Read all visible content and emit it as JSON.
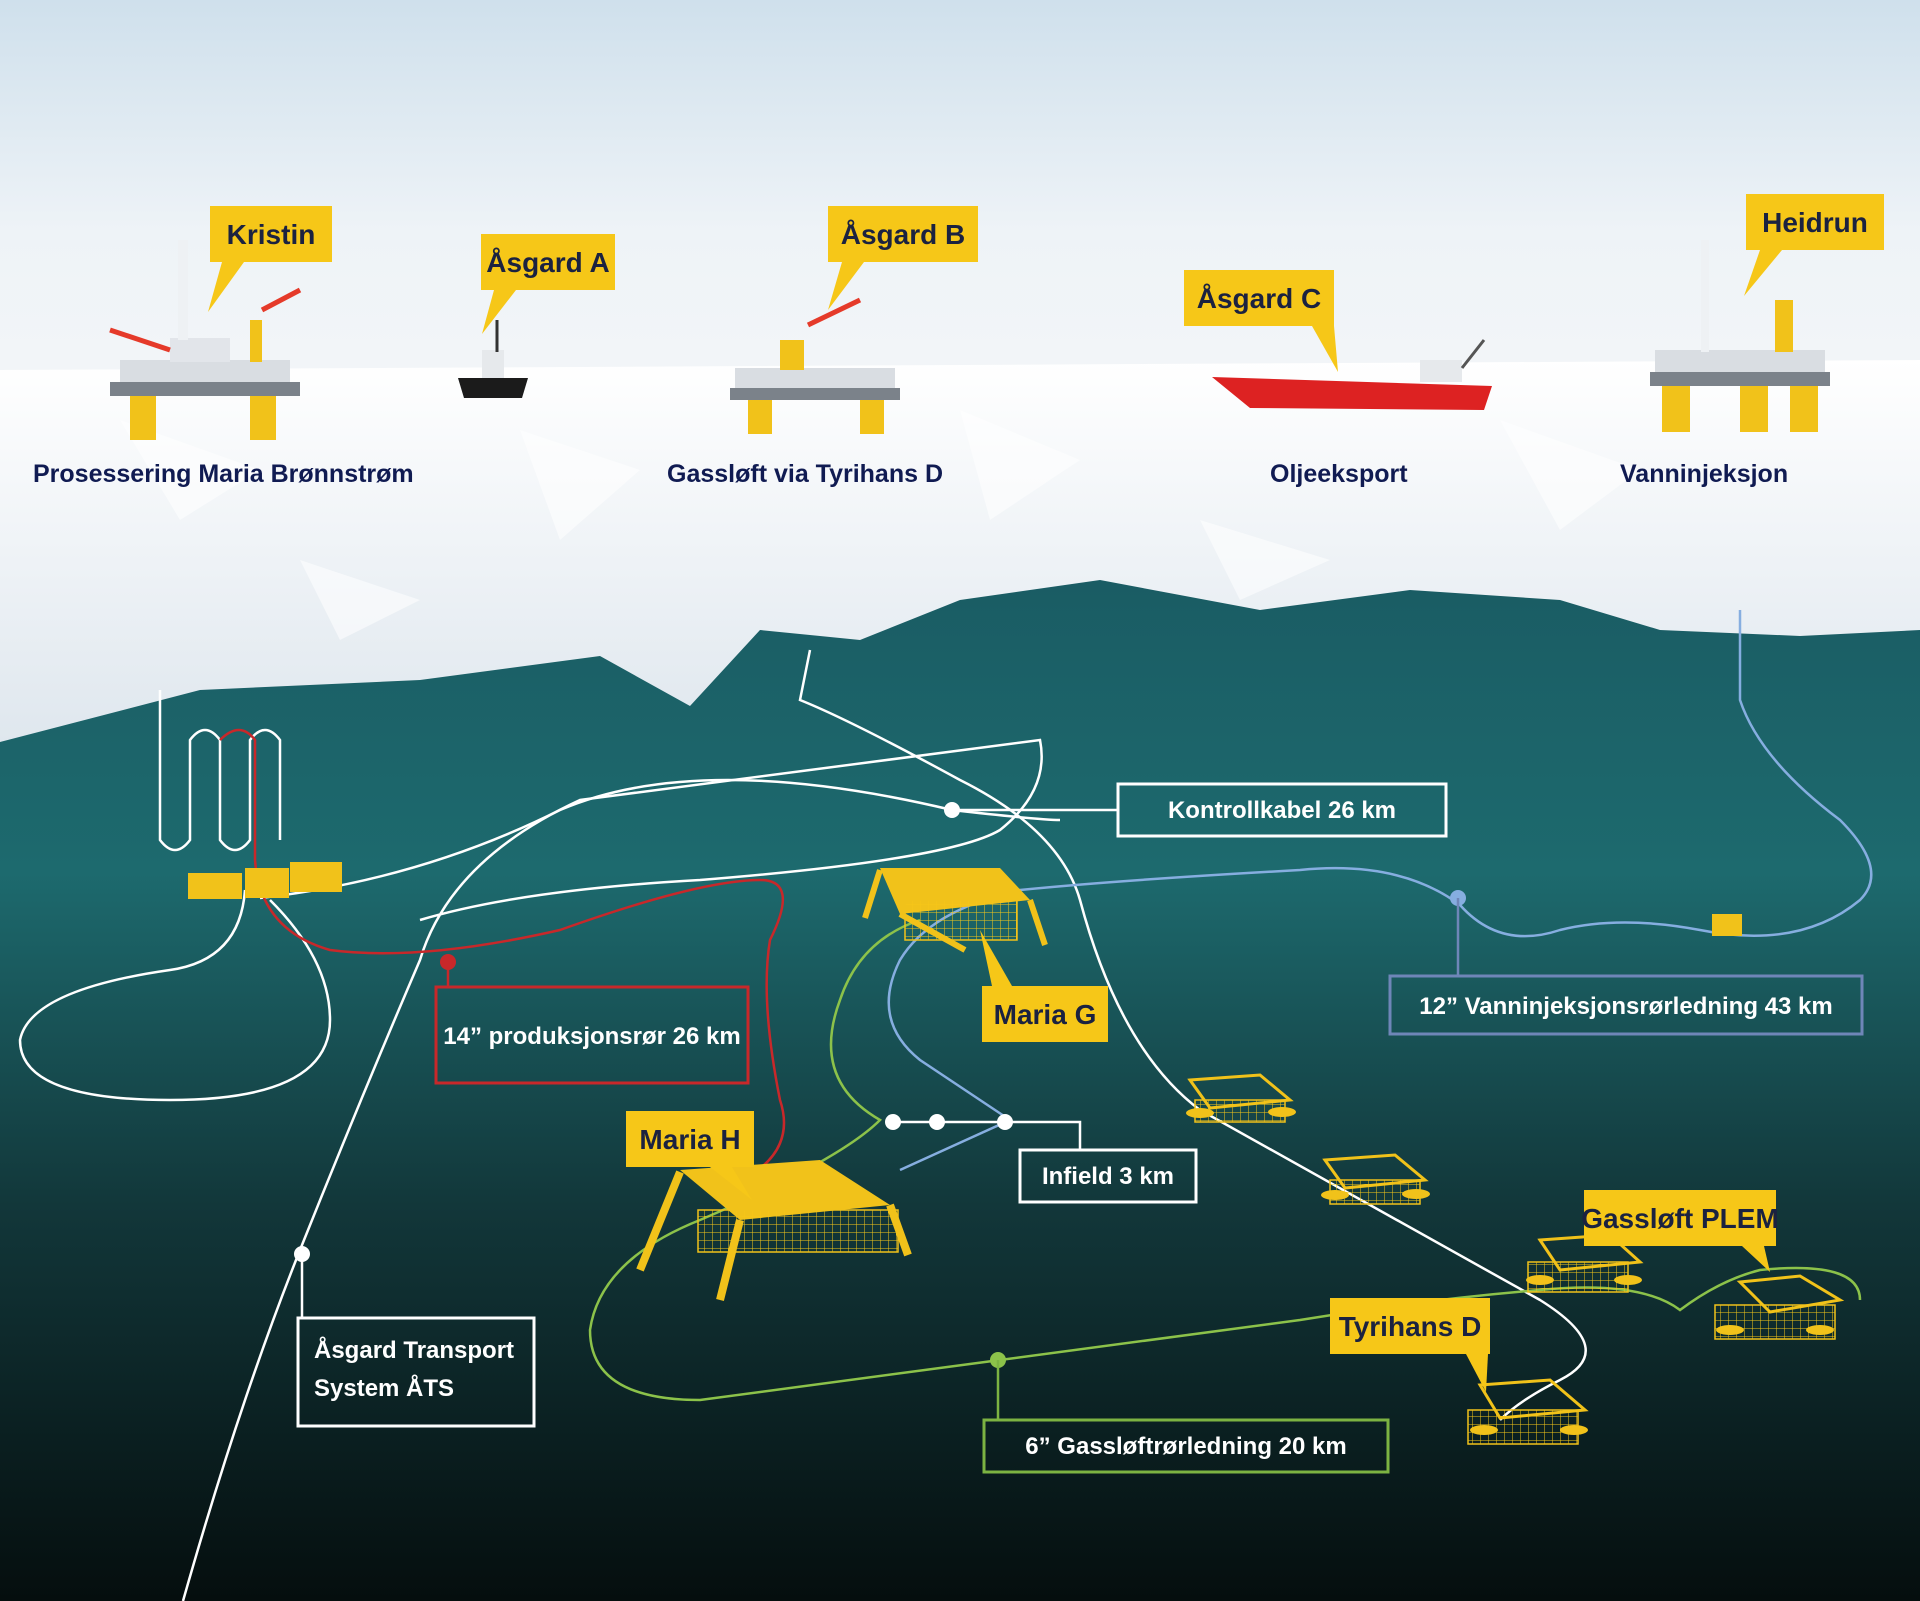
{
  "colors": {
    "callout_fill": "#f6c718",
    "structure_yellow": "#f1c21a",
    "production_line": "#c8282a",
    "gaslift_line": "#8cc24a",
    "water_injection_line": "#86aee0",
    "control_cable_line": "#ffffff",
    "label_box_water": "#6f86b8",
    "label_box_gaslift": "#7cb342",
    "label_box_production": "#c8282a",
    "label_box_white": "#ffffff",
    "ship_red": "#dd2222",
    "sea_surface": "#e8edf2",
    "sea_deep": "#0a1c1c"
  },
  "surface_callouts": {
    "kristin": "Kristin",
    "asgard_a": "Åsgard A",
    "asgard_b": "Åsgard B",
    "asgard_c": "Åsgard C",
    "heidrun": "Heidrun"
  },
  "surface_captions": {
    "kristin": "Prosessering Maria Brønnstrøm",
    "asgard_b": "Gassløft via Tyrihans D",
    "asgard_c": "Oljeeksport",
    "heidrun": "Vanninjeksjon"
  },
  "subsea_callouts": {
    "maria_g": "Maria G",
    "maria_h": "Maria H",
    "gasslift_plem": "Gassløft PLEM",
    "tyrihans_d": "Tyrihans D"
  },
  "line_labels": {
    "control_cable": "Kontrollkabel 26 km",
    "production_pipe": "14” produksjonsrør 26 km",
    "water_injection": "12” Vanninjeksjonsrørledning 43 km",
    "infield": "Infield 3 km",
    "ats_line1": "Åsgard Transport",
    "ats_line2": "System ÅTS",
    "gaslift_pipe": "6” Gassløftrørledning 20 km"
  }
}
